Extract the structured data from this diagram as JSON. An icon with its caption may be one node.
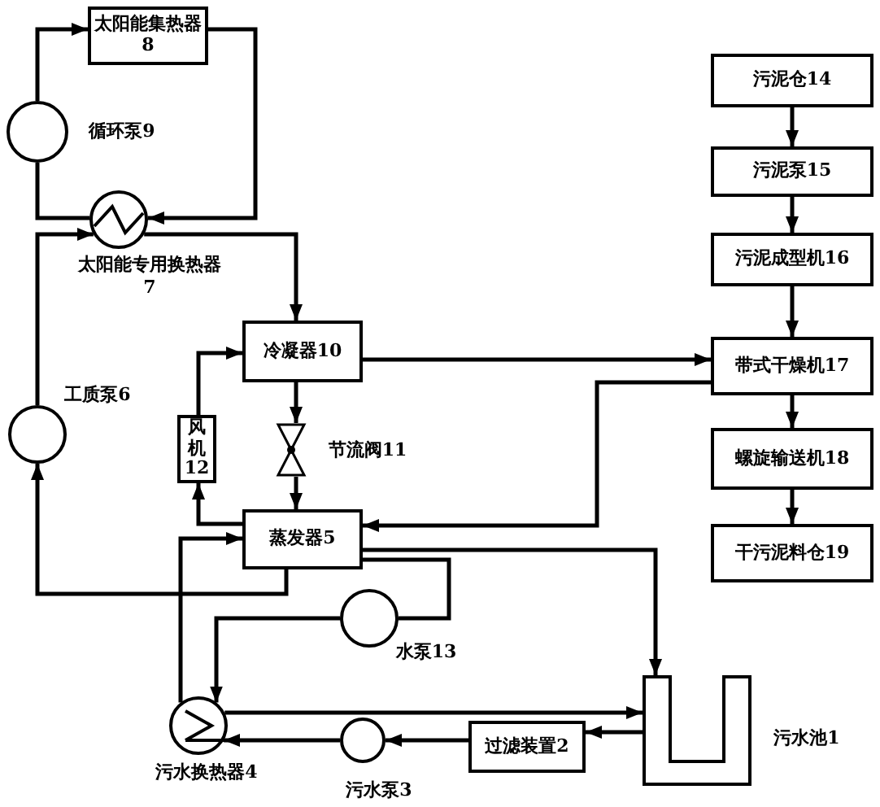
{
  "diagram": {
    "nodes": [
      {
        "text": [
          "太阳能集热器8"
        ]
      },
      {
        "text": [],
        "shape": "circle",
        "beside": [
          "循环泵9"
        ]
      },
      {
        "text": [],
        "shape": "exchanger",
        "beside": [
          "太阳能专用换热器7"
        ]
      },
      {
        "text": [
          "冷凝器10"
        ]
      },
      {
        "text": [
          "风机12"
        ]
      },
      {
        "text": [],
        "shape": "valve",
        "beside": [
          "节流阀11"
        ]
      },
      {
        "text": [],
        "shape": "circle",
        "beside": [
          "工质泵6"
        ]
      },
      {
        "text": [
          "蒸发器5"
        ]
      },
      {
        "text": [],
        "shape": "circle",
        "beside": [
          "水泵13"
        ]
      },
      {
        "text": [],
        "shape": "exchanger",
        "beside": [
          "污水换热器4"
        ]
      },
      {
        "text": [],
        "shape": "circle",
        "beside": [
          "污水泵3"
        ]
      },
      {
        "text": [
          "过滤装置2"
        ]
      },
      {
        "text": [],
        "shape": "tank",
        "beside": [
          "污水池1"
        ]
      },
      {
        "text": [
          "污泥仓14"
        ]
      },
      {
        "text": [
          "污泥泵15"
        ]
      },
      {
        "text": [
          "污泥成型机16"
        ]
      },
      {
        "text": [
          "带式干燥机17"
        ]
      },
      {
        "text": [
          "螺旋输送机18"
        ]
      },
      {
        "text": [
          "干污泥料仓19"
        ]
      }
    ],
    "edges": [
      {
        "from": 1,
        "to": 0,
        "arrow": "to"
      },
      {
        "from": 0,
        "to": 2,
        "arrow": "to"
      },
      {
        "from": 2,
        "to": 1,
        "arrow": "none"
      },
      {
        "from": 6,
        "to": 2,
        "arrow": "to"
      },
      {
        "from": 2,
        "to": 3,
        "arrow": "to"
      },
      {
        "from": 3,
        "to": 5,
        "arrow": "to"
      },
      {
        "from": 5,
        "to": 7,
        "arrow": "to"
      },
      {
        "from": 7,
        "to": 4,
        "arrow": "to"
      },
      {
        "from": 4,
        "to": 3,
        "arrow": "to"
      },
      {
        "from": 7,
        "to": 6,
        "arrow": "to"
      },
      {
        "from": 3,
        "to": 16,
        "arrow": "to"
      },
      {
        "from": 16,
        "to": 7,
        "arrow": "to"
      },
      {
        "from": 7,
        "to": 12,
        "arrow": "to"
      },
      {
        "from": 7,
        "to": 8,
        "arrow": "none"
      },
      {
        "from": 8,
        "to": 9,
        "arrow": "to"
      },
      {
        "from": 9,
        "to": 7,
        "arrow": "to"
      },
      {
        "from": 9,
        "to": 12,
        "arrow": "to"
      },
      {
        "from": 12,
        "to": 11,
        "arrow": "to"
      },
      {
        "from": 11,
        "to": 10,
        "arrow": "to"
      },
      {
        "from": 10,
        "to": 9,
        "arrow": "to"
      },
      {
        "from": 13,
        "to": 14,
        "arrow": "to"
      },
      {
        "from": 14,
        "to": 15,
        "arrow": "to"
      },
      {
        "from": 15,
        "to": 16,
        "arrow": "to"
      },
      {
        "from": 16,
        "to": 17,
        "arrow": "to"
      },
      {
        "from": 17,
        "to": 18,
        "arrow": "to"
      }
    ]
  }
}
